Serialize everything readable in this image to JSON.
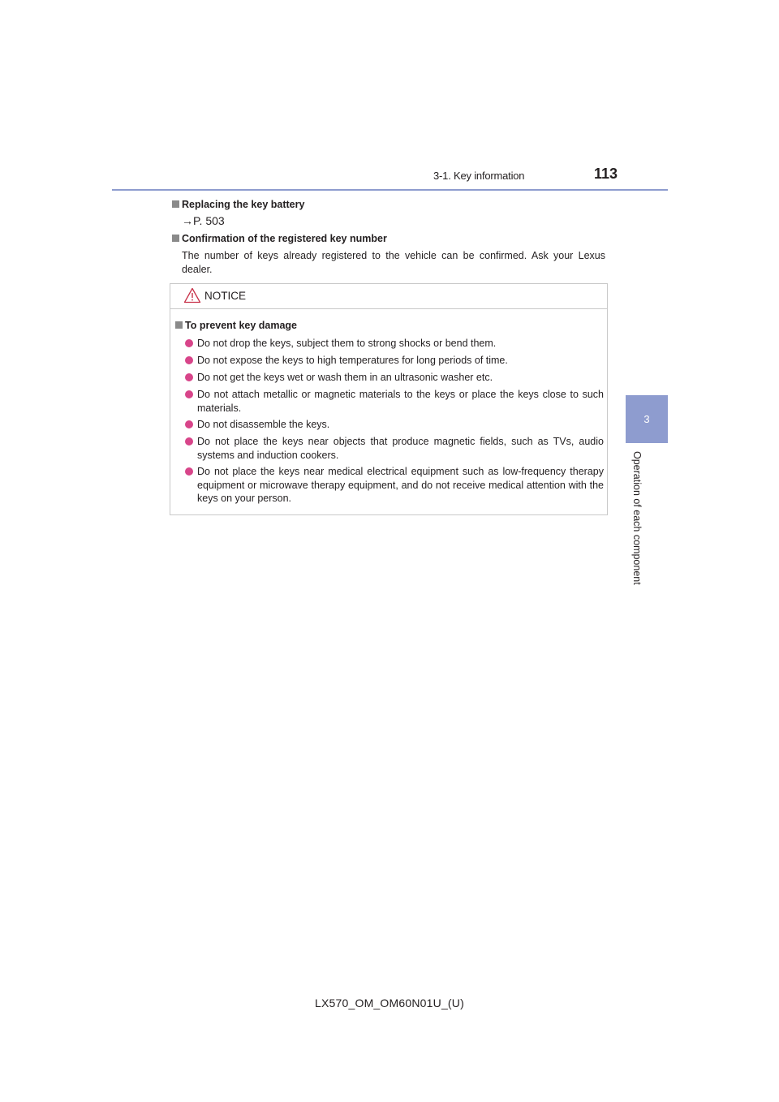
{
  "header": {
    "section": "3-1. Key information",
    "page_number": "113"
  },
  "side_tab": {
    "number": "3",
    "caption": "Operation of each component"
  },
  "sections": [
    {
      "heading": "Replacing the key battery",
      "reference": "→P. 503"
    },
    {
      "heading": "Confirmation of the registered key number",
      "body": "The number of keys already registered to the vehicle can be confirmed. Ask your Lexus dealer."
    }
  ],
  "notice": {
    "title": "NOTICE",
    "heading": "To prevent key damage",
    "bullets": [
      "Do not drop the keys, subject them to strong shocks or bend them.",
      "Do not expose the keys to high temperatures for long periods of time.",
      "Do not get the keys wet or wash them in an ultrasonic washer etc.",
      "Do not attach metallic or magnetic materials to the keys or place the keys close to such materials.",
      "Do not disassemble the keys.",
      "Do not place the keys near objects that produce magnetic fields, such as TVs, audio systems and induction cookers.",
      "Do not place the keys near medical electrical equipment such as low-frequency therapy equipment or microwave therapy equipment, and do not receive medical attention with the keys on your person."
    ]
  },
  "footer": {
    "doc_code": "LX570_OM_OM60N01U_(U)"
  },
  "colors": {
    "accent_blue": "#8e9ccf",
    "bullet_pink": "#d8458a",
    "warning_icon": "#c8324a"
  }
}
